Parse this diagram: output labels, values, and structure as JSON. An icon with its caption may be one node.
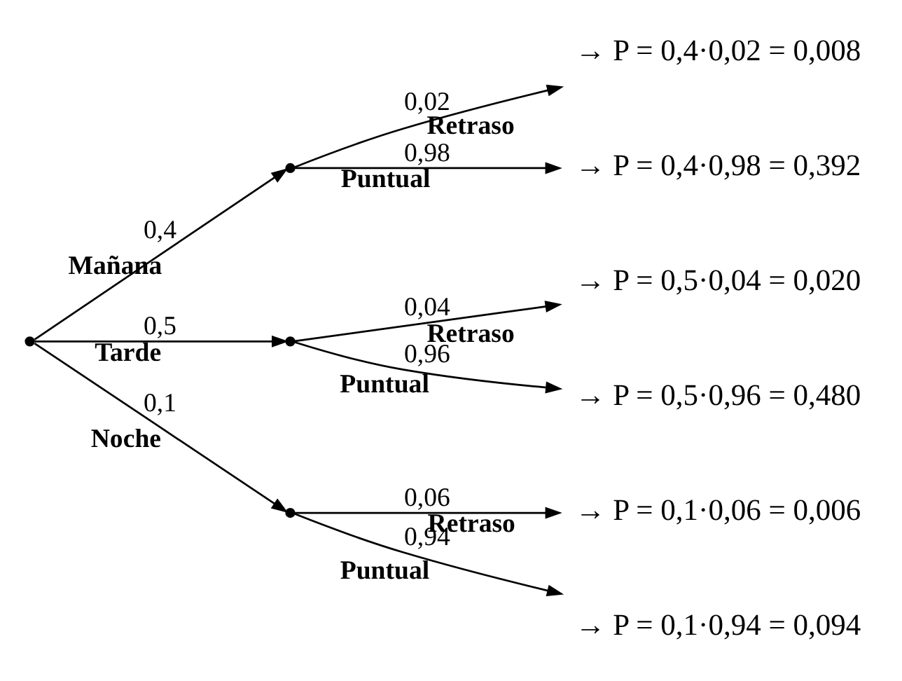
{
  "diagram": {
    "nodes": [
      {
        "text": [],
        "shape": "point"
      },
      {
        "text": [],
        "shape": "point"
      },
      {
        "text": [],
        "shape": "point"
      },
      {
        "text": [],
        "shape": "point"
      },
      {
        "text": [
          "→ P = 0,4·0,02 = 0,008"
        ]
      },
      {
        "text": [
          "→ P = 0,4·0,98 = 0,392"
        ]
      },
      {
        "text": [
          "→ P = 0,5·0,04 = 0,020"
        ]
      },
      {
        "text": [
          "→ P = 0,5·0,96 = 0,480"
        ]
      },
      {
        "text": [
          "→ P = 0,1·0,06 = 0,006"
        ]
      },
      {
        "text": [
          "→ P = 0,1·0,94 = 0,094"
        ]
      }
    ],
    "edges": [
      {
        "from": 0,
        "to": 1,
        "arrow": "to",
        "label": "0,4"
      },
      {
        "from": 0,
        "to": 2,
        "arrow": "to",
        "label": "0,5"
      },
      {
        "from": 0,
        "to": 3,
        "arrow": "to",
        "label": "0,1"
      },
      {
        "from": 1,
        "to": 4,
        "arrow": "to",
        "label": "0,02"
      },
      {
        "from": 1,
        "to": 5,
        "arrow": "to",
        "label": "0,98"
      },
      {
        "from": 2,
        "to": 6,
        "arrow": "to",
        "label": "0,04"
      },
      {
        "from": 2,
        "to": 7,
        "arrow": "to",
        "label": "0,96"
      },
      {
        "from": 3,
        "to": 8,
        "arrow": "to",
        "label": "0,06"
      },
      {
        "from": 3,
        "to": 9,
        "arrow": "to",
        "label": "0,94"
      }
    ],
    "labels": [
      "Retraso",
      "Puntual",
      "Mañana",
      "Retraso",
      "Tarde",
      "Puntual",
      "Noche",
      "Retraso",
      "Puntual"
    ]
  }
}
